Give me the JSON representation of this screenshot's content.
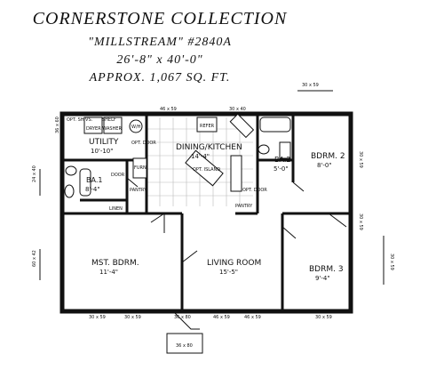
{
  "header": {
    "collection": "CORNERSTONE COLLECTION",
    "model": "\"MILLSTREAM\" #2840A",
    "dimensions": "26'-8\" x 40'-0\"",
    "area": "APPROX. 1,067 SQ. FT."
  },
  "rooms": {
    "utility": {
      "name": "UTILITY",
      "size": "10'-10\""
    },
    "dining_kitchen": {
      "name": "DINING/KITCHEN",
      "size": "14'-4\""
    },
    "bath1": {
      "name": "BA.1",
      "size": "8'-4\""
    },
    "bath2": {
      "name": "BA.2",
      "size": "5'-0\""
    },
    "bedroom2": {
      "name": "BDRM. 2",
      "size": "8'-0\""
    },
    "master": {
      "name": "MST. BDRM.",
      "size": "11'-4\""
    },
    "living": {
      "name": "LIVING ROOM",
      "size": "15'-5\""
    },
    "bedroom3": {
      "name": "BDRM. 3",
      "size": "9'-4\""
    }
  },
  "fixtures": {
    "shelf_opt": "OPT. SH.VS.",
    "shelf": "SHELF",
    "dryer_washer": "DRYER WASHER",
    "wh": "W/H",
    "refer": "REFER",
    "opt_door": "OPT. DOOR",
    "furn": "FURN.",
    "pantry1": "PANTRY",
    "pantry2": "PANTRY",
    "linen": "LINEN",
    "door_label": "DOOR",
    "island": "OPT. ISLAND",
    "opt_door2": "OPT. DOOR"
  },
  "windows": {
    "top1": "46 x 59",
    "top2": "30 x 40",
    "right_top": "30 x 59",
    "left_util": "36 x 60",
    "left_bath": "24 x 40",
    "left_mid": "60 x 42",
    "right_mid": "30 x 59",
    "right_low": "30 x 59",
    "bot1": "30 x 59",
    "bot2": "30 x 59",
    "bot3": "36 x 80",
    "bot4": "46 x 59",
    "bot5": "46 x 59",
    "bot6": "30 x 59",
    "entry": "36 x 80",
    "outside_top_right": "30 x 59"
  }
}
